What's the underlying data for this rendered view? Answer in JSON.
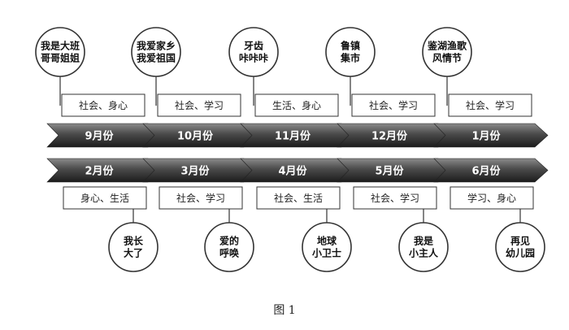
{
  "top_row": [
    {
      "month": "9月份",
      "tag": "社会、身心",
      "theme": [
        "我是大班",
        "哥哥姐姐"
      ]
    },
    {
      "month": "10月份",
      "tag": "社会、学习",
      "theme": [
        "我爱家乡",
        "我爱祖国"
      ]
    },
    {
      "month": "11月份",
      "tag": "生活、身心",
      "theme": [
        "牙齿",
        "咔咔咔"
      ]
    },
    {
      "month": "12月份",
      "tag": "社会、学习",
      "theme": [
        "鲁镇",
        "集市"
      ]
    },
    {
      "month": "1月份",
      "tag": "社会、学习",
      "theme": [
        "鉴湖渔歌",
        "风情节"
      ]
    }
  ],
  "bottom_row": [
    {
      "month": "2月份",
      "tag": "身心、生活",
      "theme": [
        "我长",
        "大了"
      ]
    },
    {
      "month": "3月份",
      "tag": "社会、学习",
      "theme": [
        "爱的",
        "呼唤"
      ]
    },
    {
      "month": "4月份",
      "tag": "社会、生活",
      "theme": [
        "地球",
        "小卫士"
      ]
    },
    {
      "month": "5月份",
      "tag": "社会、学习",
      "theme": [
        "我是",
        "小主人"
      ]
    },
    {
      "month": "6月份",
      "tag": "学习、身心",
      "theme": [
        "再见",
        "幼儿园"
      ]
    }
  ],
  "caption": "图 1"
}
